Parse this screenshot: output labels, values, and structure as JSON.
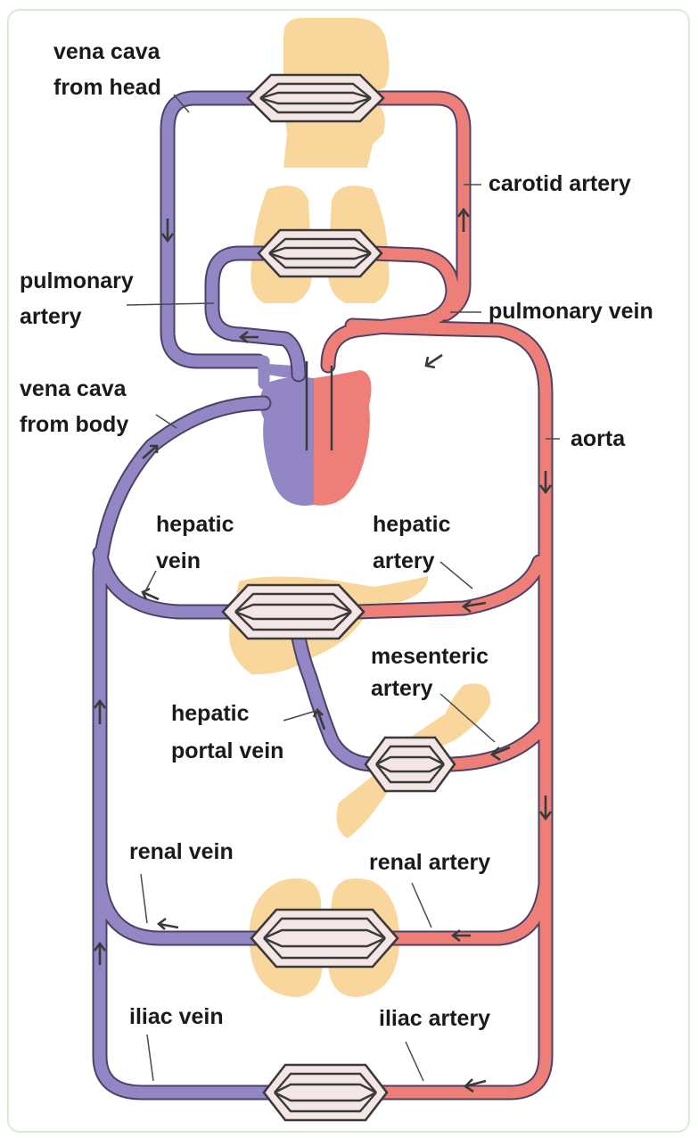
{
  "labels": {
    "vena_cava_head": [
      "vena cava",
      "from head"
    ],
    "carotid_artery": "carotid artery",
    "pulmonary_artery": [
      "pulmonary",
      "artery"
    ],
    "pulmonary_vein": "pulmonary vein",
    "vena_cava_body": [
      "vena cava",
      "from body"
    ],
    "aorta": "aorta",
    "hepatic_vein": [
      "hepatic",
      "vein"
    ],
    "hepatic_artery": [
      "hepatic",
      "artery"
    ],
    "mesenteric_artery": [
      "mesenteric",
      "artery"
    ],
    "hepatic_portal_vein": [
      "hepatic",
      "portal vein"
    ],
    "renal_vein": "renal vein",
    "renal_artery": "renal artery",
    "iliac_vein": "iliac vein",
    "iliac_artery": "iliac artery"
  },
  "colors": {
    "deoxygenated_blood": "#9286c5",
    "oxygenated_blood": "#ee7f78",
    "organ": "#f9d79c",
    "frame": "#d7ebd2"
  }
}
